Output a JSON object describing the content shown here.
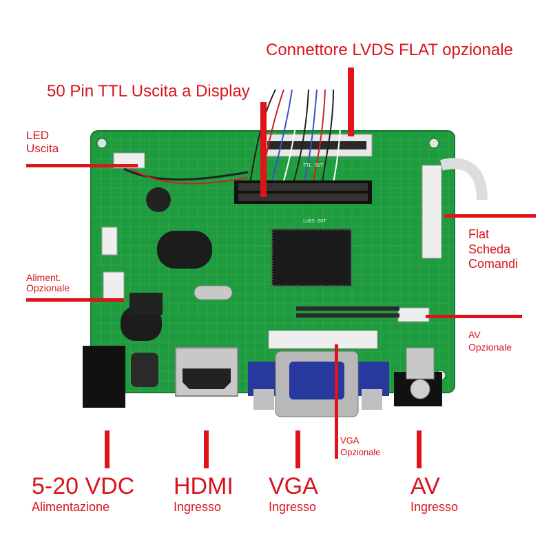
{
  "colors": {
    "accent": "#e0121a",
    "label": "#d8141b",
    "pcb": "#1f9a3e",
    "pcb_light": "#36b455",
    "connector_white": "#eeeeee",
    "vga_blue": "#27399c",
    "chip": "#1a1a1a"
  },
  "labels": {
    "lvds": "Connettore LVDS FLAT opzionale",
    "ttl": "50 Pin TTL Uscita a Display",
    "led_line1": "LED",
    "led_line2": "Uscita",
    "aliment_line1": "Aliment.",
    "aliment_line2": "Opzionale",
    "flat_line1": "Flat",
    "flat_line2": "Scheda",
    "flat_line3": "Comandi",
    "av_opt_line1": "AV",
    "av_opt_line2": "Opzionale",
    "vga_opt_line1": "VGA",
    "vga_opt_line2": "Opzionale",
    "power_main": "5-20 VDC",
    "power_sub": "Alimentazione",
    "hdmi_main": "HDMI",
    "hdmi_sub": "Ingresso",
    "vga_main": "VGA",
    "vga_sub": "Ingresso",
    "av_main": "AV",
    "av_sub": "Ingresso"
  },
  "board_text": {
    "ttl_out": "TTL OUT",
    "lvds_out": "LVDS OUT"
  }
}
